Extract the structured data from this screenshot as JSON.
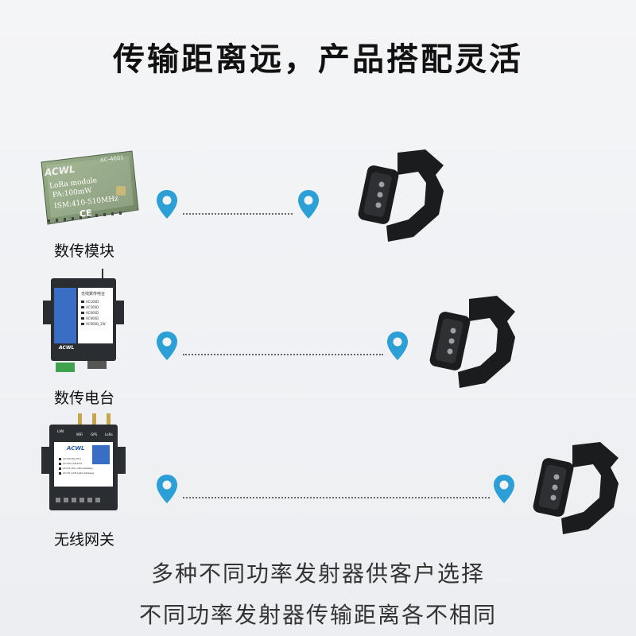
{
  "title": "传输距离远，产品搭配灵活",
  "rows": [
    {
      "label": "数传模块",
      "device_icon": "lora-module-chip-icon",
      "module_text": {
        "brand": "ACWL",
        "model": "AC-4601",
        "line1": "LoRa module",
        "line2": "PA:100mW",
        "line3": "ISM:410-510MHz",
        "ce": "CE"
      }
    },
    {
      "label": "数传电台",
      "device_icon": "radio-station-box-icon",
      "radio_text": {
        "header": "无线数传电台",
        "models": [
          "AC100D",
          "AC500D",
          "AC600D",
          "AC900D",
          "AC900D_2W"
        ],
        "brand": "ACWL"
      }
    },
    {
      "label": "无线网关",
      "device_icon": "wireless-gateway-box-icon",
      "gateway_text": {
        "brand": "ACWL",
        "ports": [
          "LAN",
          "WiFi",
          "GPS",
          "LoRa"
        ],
        "models": [
          "AC700-WL-DTU",
          "AC700-LAN-DTU",
          "AC721-WL LoRa Gateway",
          "AC721-LAN LoRa Gateway"
        ]
      }
    }
  ],
  "footer": {
    "line1": "多种不同功率发射器供客户选择",
    "line2": "不同功率发射器传输距离各不相同"
  },
  "colors": {
    "pin": "#2b9fd6",
    "module_green": "#8aa17a",
    "box_dark": "#2a2e33",
    "panel_blue": "#3a6ec4",
    "watch": "#1b1c1e"
  }
}
